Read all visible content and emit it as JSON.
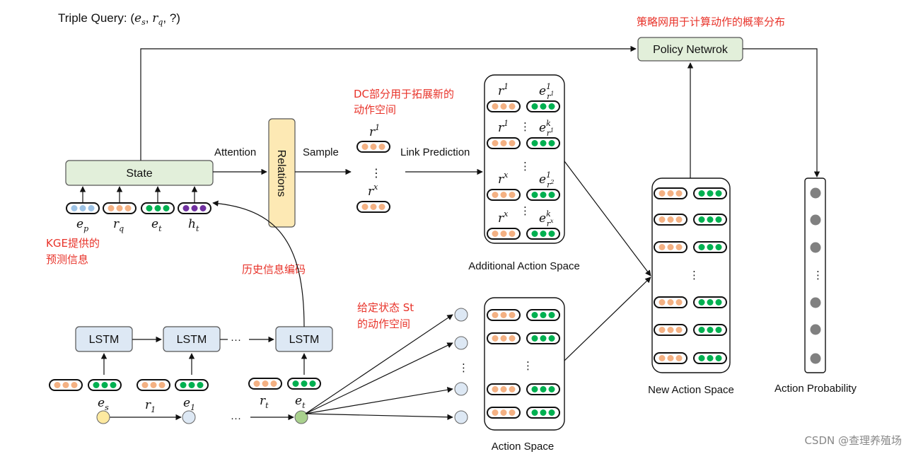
{
  "title": {
    "prefix": "Triple Query: (",
    "e": "e",
    "e_sub": "s",
    "sep1": ",  ",
    "r": "r",
    "r_sub": "q",
    "sep2": ",  ?)"
  },
  "boxes": {
    "state": "State",
    "relations": "Relations",
    "policy": "Policy Netwrok",
    "lstm": "LSTM"
  },
  "edge_labels": {
    "attention": "Attention",
    "sample": "Sample",
    "link_prediction": "Link Prediction"
  },
  "state_inputs": [
    {
      "sym": "e",
      "sub": "p"
    },
    {
      "sym": "r",
      "sub": "q"
    },
    {
      "sym": "e",
      "sub": "t"
    },
    {
      "sym": "h",
      "sub": "t"
    }
  ],
  "sampled": {
    "r1": {
      "sym": "r",
      "sup": "1"
    },
    "rx": {
      "sym": "r",
      "sup": "x"
    },
    "dots": "⋮"
  },
  "additional_space": {
    "label": "Additional Action Space",
    "rows": [
      {
        "r": "r",
        "r_sup": "1",
        "e": "e",
        "e_sup": "1",
        "e_sub": "r",
        "e_subsup": "1"
      },
      {
        "r": "r",
        "r_sup": "1",
        "e": "e",
        "e_sup": "k",
        "e_sub": "r",
        "e_subsup": "1"
      },
      {
        "r": "r",
        "r_sup": "x",
        "e": "e",
        "e_sup": "1",
        "e_sub": "r",
        "e_subsup": "2"
      },
      {
        "r": "r",
        "r_sup": "x",
        "e": "e",
        "e_sup": "k",
        "e_sub": "r",
        "e_subsup": "x"
      }
    ],
    "dots": "⋮"
  },
  "action_space": {
    "label": "Action Space",
    "dots": "⋮"
  },
  "new_action_space": {
    "label": "New Action Space",
    "dots": "⋮"
  },
  "action_probability": {
    "label": "Action Probability",
    "dots": "⋮"
  },
  "history": {
    "ellipsis": "···",
    "labels": [
      {
        "sym": "e",
        "sub": "s"
      },
      {
        "sym": "r",
        "sub": "1"
      },
      {
        "sym": "e",
        "sub": "1"
      },
      {
        "sym": "r",
        "sub": "t"
      },
      {
        "sym": "e",
        "sub": "t"
      }
    ]
  },
  "annotations": {
    "policy_note": "策略网用于计算动作的概率分布",
    "dc_note_1": "DC部分用于拓展新的",
    "dc_note_2": "动作空间",
    "kge_note_1": "KGE提供的",
    "kge_note_2": "预测信息",
    "history_note": "历史信息编码",
    "given_note_1": "给定状态 St",
    "given_note_2": "的动作空间"
  },
  "watermark": "CSDN @查理养殖场",
  "colors": {
    "green_box": "#e2efda",
    "yellow_box": "#fde9b4",
    "blue_box": "#dde8f4",
    "orange_dot": "#f4b183",
    "green_dot": "#00b050",
    "blue_dot": "#9dc3e6",
    "purple_dot": "#7030a0",
    "gray_dot": "#808080",
    "annotation_red": "#e8332a"
  }
}
